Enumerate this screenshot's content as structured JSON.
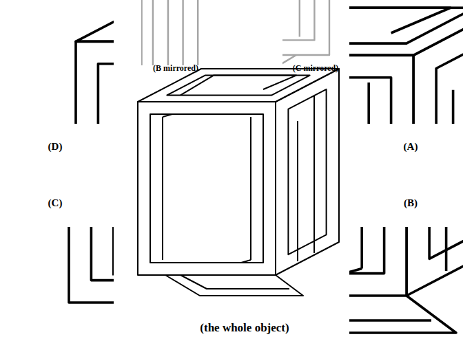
{
  "diagram": {
    "labels": [
      "(B mirrored)",
      "(C mirrored)",
      "(D)",
      "(A)",
      "(C)",
      "(B)",
      "(the whole object)"
    ]
  }
}
